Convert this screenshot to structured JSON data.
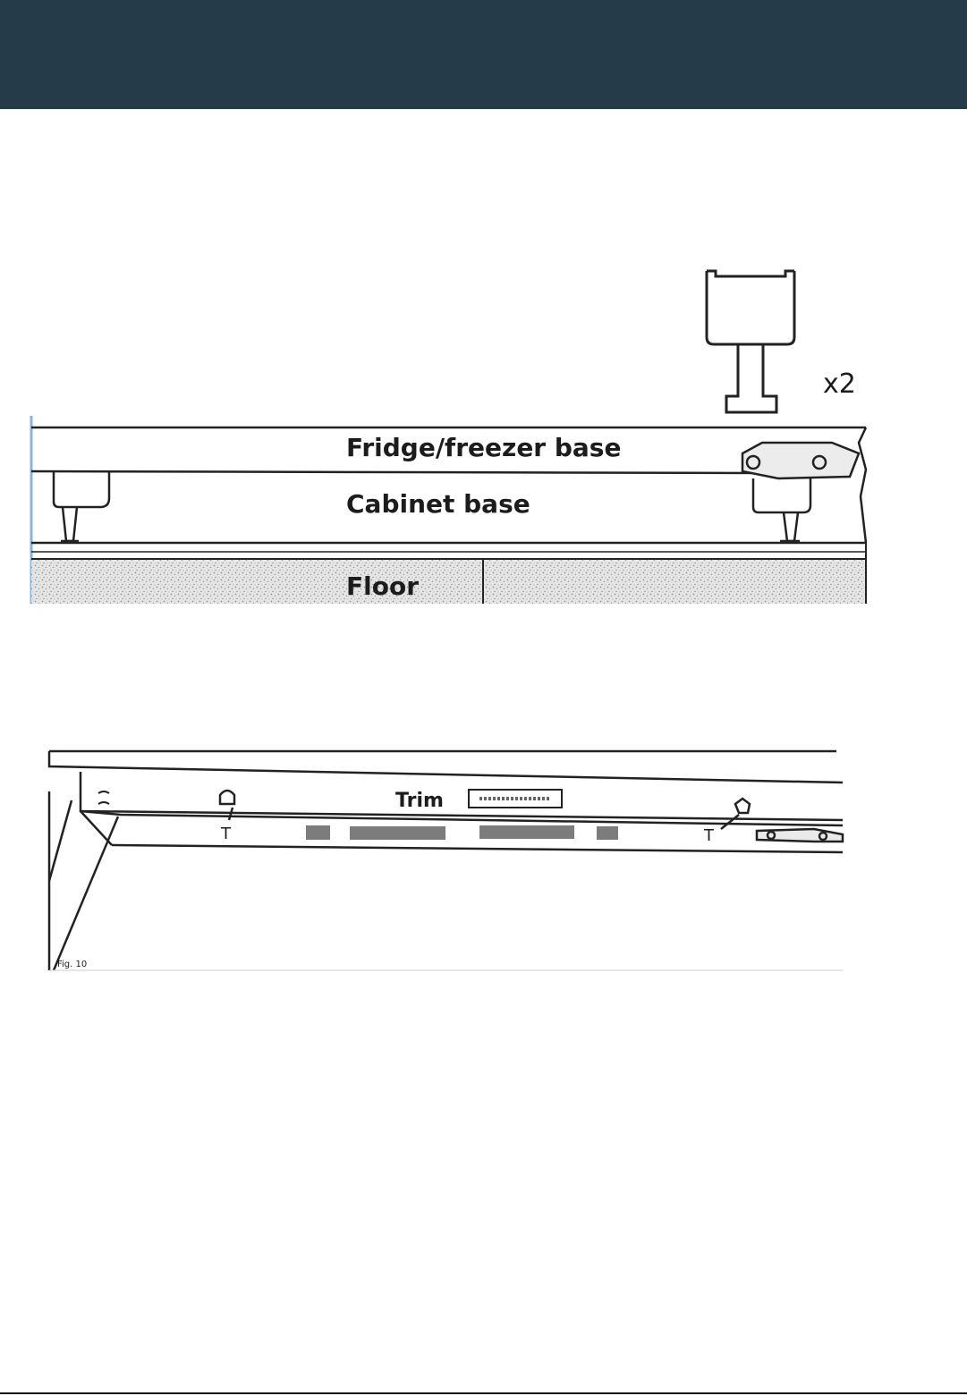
{
  "header": {
    "color": "#263b49"
  },
  "figure_top": {
    "bracket_qty": "x2",
    "labels": {
      "fridge_base": "Fridge/freezer base",
      "cabinet_base": "Cabinet base",
      "floor": "Floor"
    }
  },
  "figure_bottom": {
    "trim_label": "Trim",
    "clip_label_left": "T",
    "clip_label_right": "T",
    "fig_caption": "Fig. 10"
  }
}
